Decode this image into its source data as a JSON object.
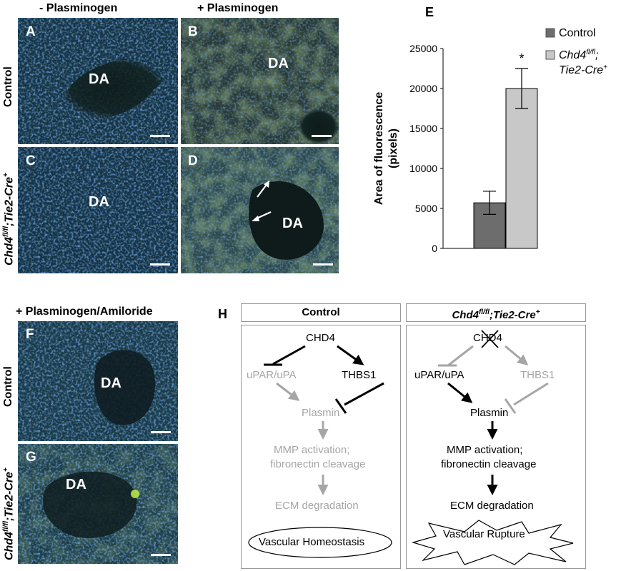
{
  "panels_abcd": {
    "col_headers": [
      "- Plasminogen",
      "+ Plasminogen"
    ],
    "row_labels": [
      "Control",
      "Chd4",
      "fl/fl",
      ";Tie2-Cre",
      "+"
    ],
    "panels": [
      {
        "letter": "A",
        "tag": "DA"
      },
      {
        "letter": "B",
        "tag": "DA"
      },
      {
        "letter": "C",
        "tag": "DA"
      },
      {
        "letter": "D",
        "tag": "DA"
      }
    ]
  },
  "panels_fg": {
    "header": "+ Plasminogen/Amiloride",
    "row_labels": [
      "Control",
      "Chd4",
      "fl/fl",
      ";Tie2-Cre",
      "+"
    ],
    "panels": [
      {
        "letter": "F",
        "tag": "DA"
      },
      {
        "letter": "G",
        "tag": "DA"
      }
    ]
  },
  "chart_data": {
    "letter": "E",
    "type": "bar",
    "categories": [
      "Control",
      "Chd4fl/fl;Tie2-Cre+"
    ],
    "values": [
      5700,
      20000
    ],
    "errors": [
      1450,
      2500
    ],
    "ylim": [
      0,
      25000
    ],
    "yticks": [
      0,
      5000,
      10000,
      15000,
      20000,
      25000
    ],
    "ylabel_line1": "Area of fluorescence",
    "ylabel_line2": "(pixels)",
    "colors": [
      "#6d6d6d",
      "#c8c8c8"
    ],
    "significance": "*",
    "legend": [
      {
        "label": "Control"
      },
      {
        "label_base": "Chd4",
        "label_sup": "fl/fl",
        "label_mid": ";",
        "label_line2_base": "Tie2-Cre",
        "label_line2_sup": "+"
      }
    ]
  },
  "diagram": {
    "letter": "H",
    "left_title": "Control",
    "right_title_base": "Chd4",
    "right_title_sup1": "fl/fl",
    "right_title_mid": ";Tie2-Cre",
    "right_title_sup2": "+",
    "nodes": {
      "chd4": "CHD4",
      "upar": "uPAR/uPA",
      "thbs1": "THBS1",
      "plasmin": "Plasmin",
      "mmp1": "MMP activation;",
      "mmp2": "fibronectin cleavage",
      "ecm": "ECM degradation",
      "homeostasis": "Vascular Homeostasis",
      "rupture": "Vascular Rupture"
    }
  }
}
